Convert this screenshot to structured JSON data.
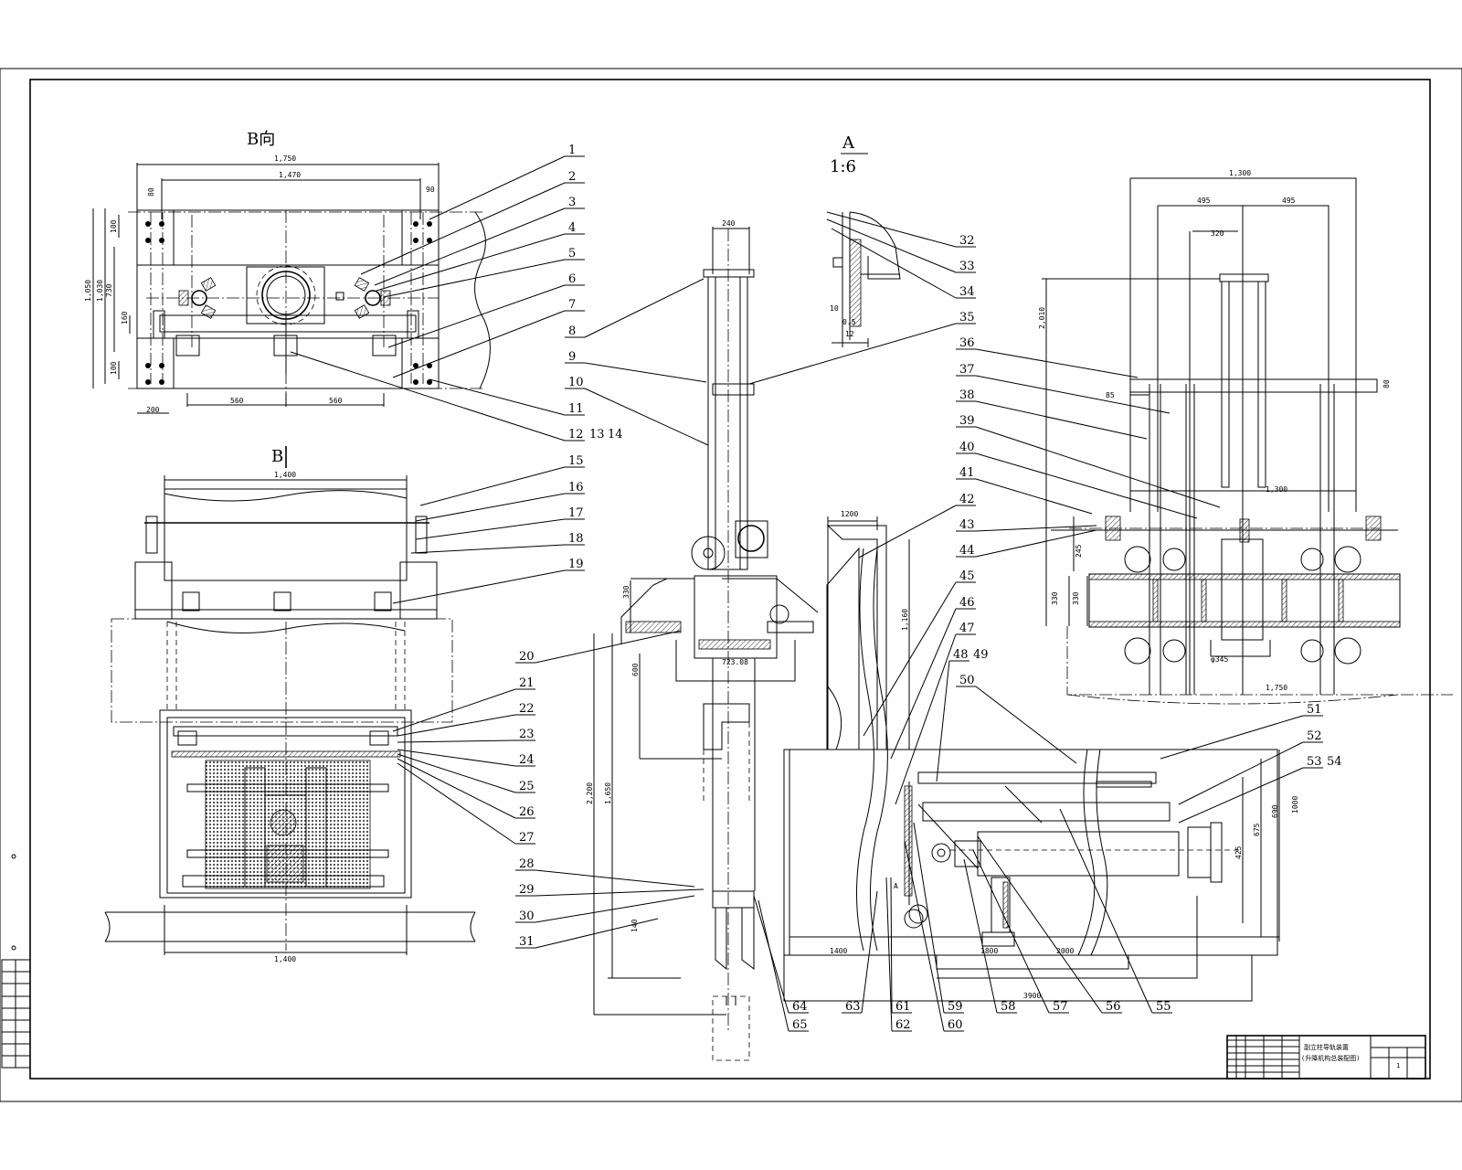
{
  "views": {
    "view_b_direction": "B向",
    "view_b": "B",
    "view_a": "A",
    "view_a_scale": "1:6",
    "section_mark_a": "A"
  },
  "dimensions": {
    "b_top_overall_width": "1,750",
    "b_top_inner_width": "1,470",
    "b_top_left_offset": "80",
    "b_top_right_offset": "90",
    "b_top_height_outer": "1,050",
    "b_top_height_inner": "1,030",
    "b_top_pitch": "730",
    "b_top_bolt_top": "100",
    "b_top_bolt_bottom": "100",
    "b_top_axle": "160",
    "b_top_foot": "200",
    "b_top_span_left": "560",
    "b_top_span_right": "560",
    "b_front_width_top": "1,400",
    "b_front_width_bottom": "1,400",
    "main_top_width": "240",
    "main_330": "330",
    "main_600": "600",
    "main_2200": "2,200",
    "main_1650": "1,650",
    "main_140": "140",
    "main_72308": "723.08",
    "main_1200": "1200",
    "main_1160": "1,160",
    "main_1400": "1400",
    "main_1800": "1800",
    "main_2000": "2000",
    "main_3900": "3900",
    "main_425": "425",
    "main_675": "675",
    "main_690": "690",
    "main_1000": "1000",
    "detail_10": "10",
    "detail_05": "0.5",
    "detail_12": "12",
    "right_1300_top": "1,300",
    "right_495_left": "495",
    "right_495_right": "495",
    "right_320": "320",
    "right_2010": "2,010",
    "right_85": "85",
    "right_80": "80",
    "right_1300_mid": "1,300",
    "right_245": "245",
    "right_330a": "330",
    "right_330b": "330",
    "right_dia": "φ345",
    "right_1750": "1,750"
  },
  "part_numbers": [
    "1",
    "2",
    "3",
    "4",
    "5",
    "6",
    "7",
    "8",
    "9",
    "10",
    "11",
    "12",
    "13",
    "14",
    "15",
    "16",
    "17",
    "18",
    "19",
    "20",
    "21",
    "22",
    "23",
    "24",
    "25",
    "26",
    "27",
    "28",
    "29",
    "30",
    "31",
    "32",
    "33",
    "34",
    "35",
    "36",
    "37",
    "38",
    "39",
    "40",
    "41",
    "42",
    "43",
    "44",
    "45",
    "46",
    "47",
    "48",
    "49",
    "50",
    "51",
    "52",
    "53",
    "54",
    "55",
    "56",
    "57",
    "58",
    "59",
    "60",
    "61",
    "62",
    "63",
    "64",
    "65"
  ],
  "title_block": {
    "drawing_name_line1": "副立柱导轨装置",
    "drawing_name_line2": "(升降机构总装配图)",
    "sheet_count": "1"
  }
}
